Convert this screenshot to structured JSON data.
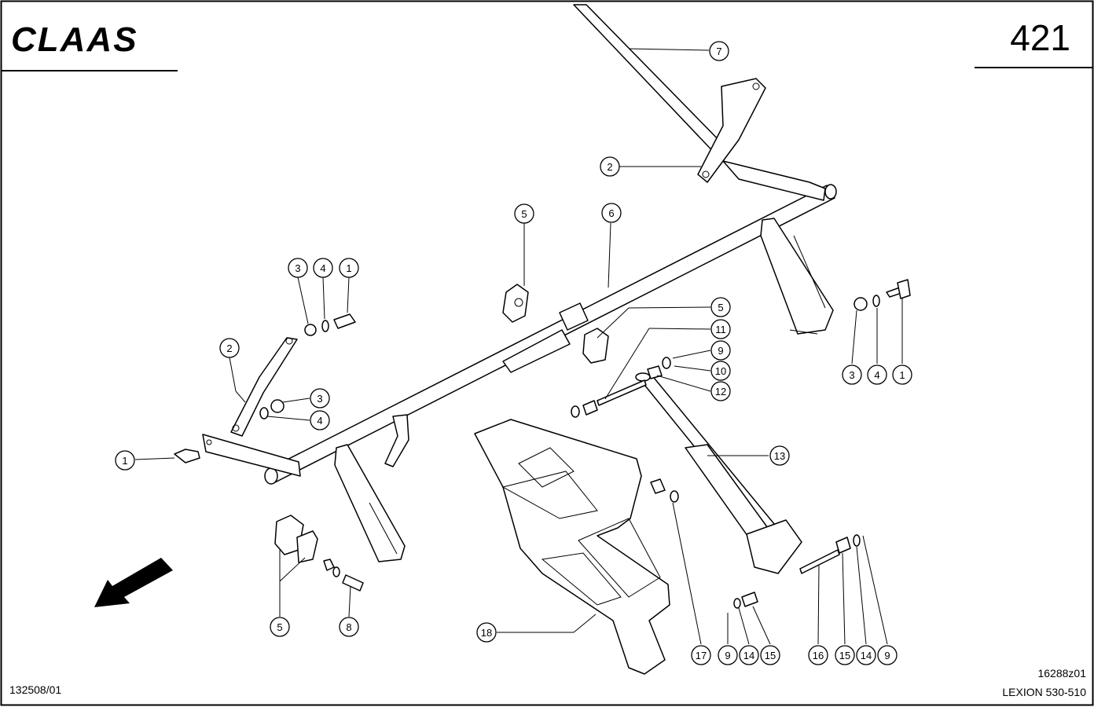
{
  "header": {
    "brand": "CLAAS",
    "page_number": "421"
  },
  "footer": {
    "document_code": "132508/01",
    "drawing_number": "16288z01",
    "model": "LEXION 530-510"
  },
  "callouts": [
    {
      "label": "7"
    },
    {
      "label": "2"
    },
    {
      "label": "5"
    },
    {
      "label": "6"
    },
    {
      "label": "3"
    },
    {
      "label": "4"
    },
    {
      "label": "1"
    },
    {
      "label": "5"
    },
    {
      "label": "11"
    },
    {
      "label": "9"
    },
    {
      "label": "10"
    },
    {
      "label": "12"
    },
    {
      "label": "2"
    },
    {
      "label": "3"
    },
    {
      "label": "4"
    },
    {
      "label": "3"
    },
    {
      "label": "4"
    },
    {
      "label": "1"
    },
    {
      "label": "1"
    },
    {
      "label": "13"
    },
    {
      "label": "5"
    },
    {
      "label": "8"
    },
    {
      "label": "18"
    },
    {
      "label": "17"
    },
    {
      "label": "9"
    },
    {
      "label": "14"
    },
    {
      "label": "15"
    },
    {
      "label": "16"
    },
    {
      "label": "15"
    },
    {
      "label": "14"
    },
    {
      "label": "9"
    }
  ]
}
